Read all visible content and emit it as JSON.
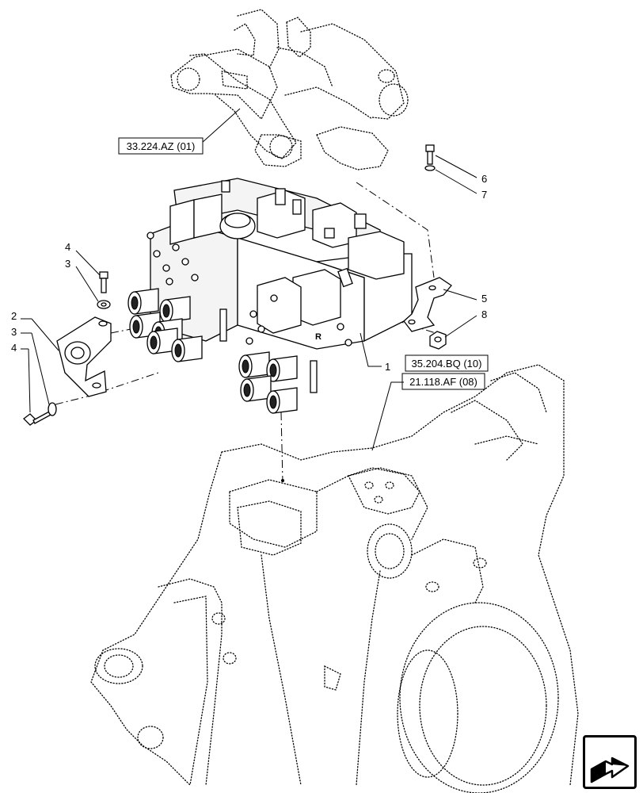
{
  "refs": {
    "ref1": "33.224.AZ (01)",
    "ref2": "35.204.BQ (10)",
    "ref3": "21.118.AF (08)"
  },
  "callouts": {
    "c1": "1",
    "c2": "2",
    "c3a": "3",
    "c3b": "3",
    "c4a": "4",
    "c4b": "4",
    "c5": "5",
    "c6": "6",
    "c7": "7",
    "c8": "8"
  },
  "icons": {
    "nav": "next-page-arrow-icon"
  }
}
